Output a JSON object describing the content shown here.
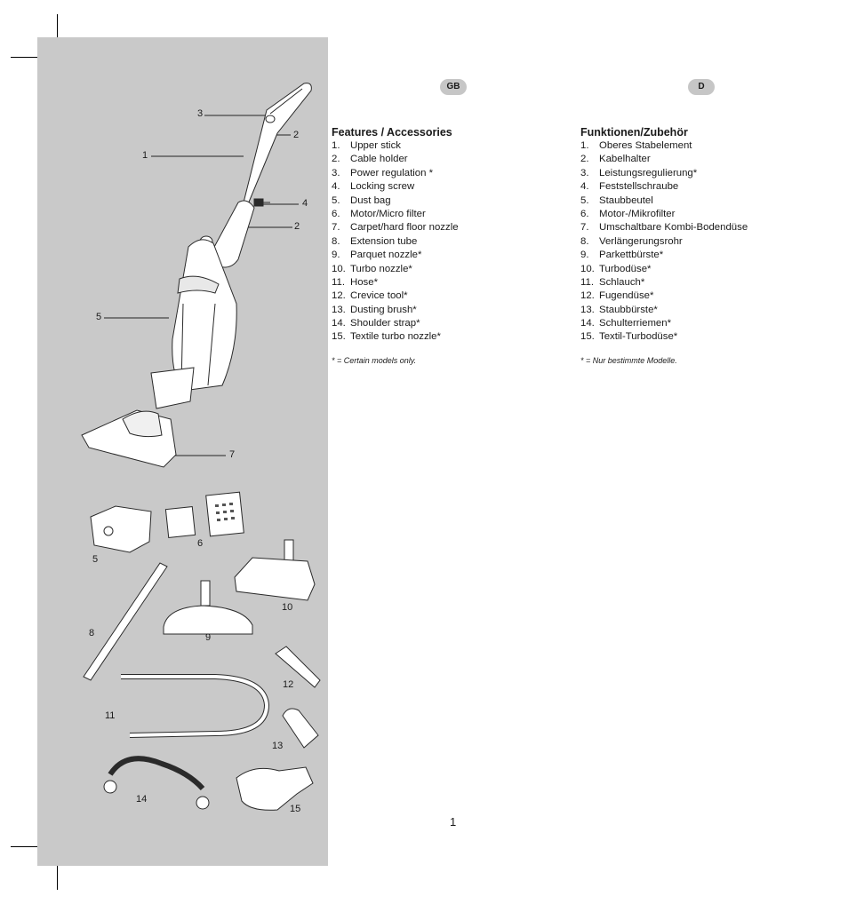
{
  "figure_labels": {
    "l1": "1",
    "l2a": "2",
    "l2b": "2",
    "l3": "3",
    "l4": "4",
    "l5a": "5",
    "l7": "7",
    "a5": "5",
    "a6": "6",
    "a8": "8",
    "a9": "9",
    "a10": "10",
    "a11": "11",
    "a12": "12",
    "a13": "13",
    "a14": "14",
    "a15": "15"
  },
  "gb": {
    "badge": "GB",
    "title": "Features / Accessories",
    "items": [
      {
        "num": "1.",
        "text": "Upper stick"
      },
      {
        "num": "2.",
        "text": "Cable holder"
      },
      {
        "num": "3.",
        "text": "Power regulation *"
      },
      {
        "num": "4.",
        "text": "Locking screw"
      },
      {
        "num": "5.",
        "text": "Dust bag"
      },
      {
        "num": "6.",
        "text": "Motor/Micro filter"
      },
      {
        "num": "7.",
        "text": "Carpet/hard floor nozzle"
      },
      {
        "num": "8.",
        "text": "Extension tube"
      },
      {
        "num": "9.",
        "text": "Parquet nozzle*"
      },
      {
        "num": "10.",
        "text": "Turbo nozzle*"
      },
      {
        "num": "11.",
        "text": "Hose*"
      },
      {
        "num": "12.",
        "text": "Crevice tool*"
      },
      {
        "num": "13.",
        "text": "Dusting brush*"
      },
      {
        "num": "14.",
        "text": "Shoulder strap*"
      },
      {
        "num": "15.",
        "text": "Textile turbo nozzle*"
      }
    ],
    "note": "* = Certain models only."
  },
  "de": {
    "badge": "D",
    "title": "Funktionen/Zubehör",
    "items": [
      {
        "num": "1.",
        "text": "Oberes Stabelement"
      },
      {
        "num": "2.",
        "text": "Kabelhalter"
      },
      {
        "num": "3.",
        "text": "Leistungsregulierung*"
      },
      {
        "num": "4.",
        "text": "Feststellschraube"
      },
      {
        "num": "5.",
        "text": "Staubbeutel"
      },
      {
        "num": "6.",
        "text": "Motor-/Mikrofilter"
      },
      {
        "num": "7.",
        "text": "Umschaltbare Kombi-Bodendüse"
      },
      {
        "num": "8.",
        "text": "Verlängerungsrohr"
      },
      {
        "num": "9.",
        "text": "Parkettbürste*"
      },
      {
        "num": "10.",
        "text": "Turbodüse*"
      },
      {
        "num": "11.",
        "text": "Schlauch*"
      },
      {
        "num": "12.",
        "text": "Fugendüse*"
      },
      {
        "num": "13.",
        "text": "Staubbürste*"
      },
      {
        "num": "14.",
        "text": "Schulterriemen*"
      },
      {
        "num": "15.",
        "text": "Textil-Turbodüse*"
      }
    ],
    "note": "* = Nur bestimmte Modelle."
  },
  "page_number": "1"
}
